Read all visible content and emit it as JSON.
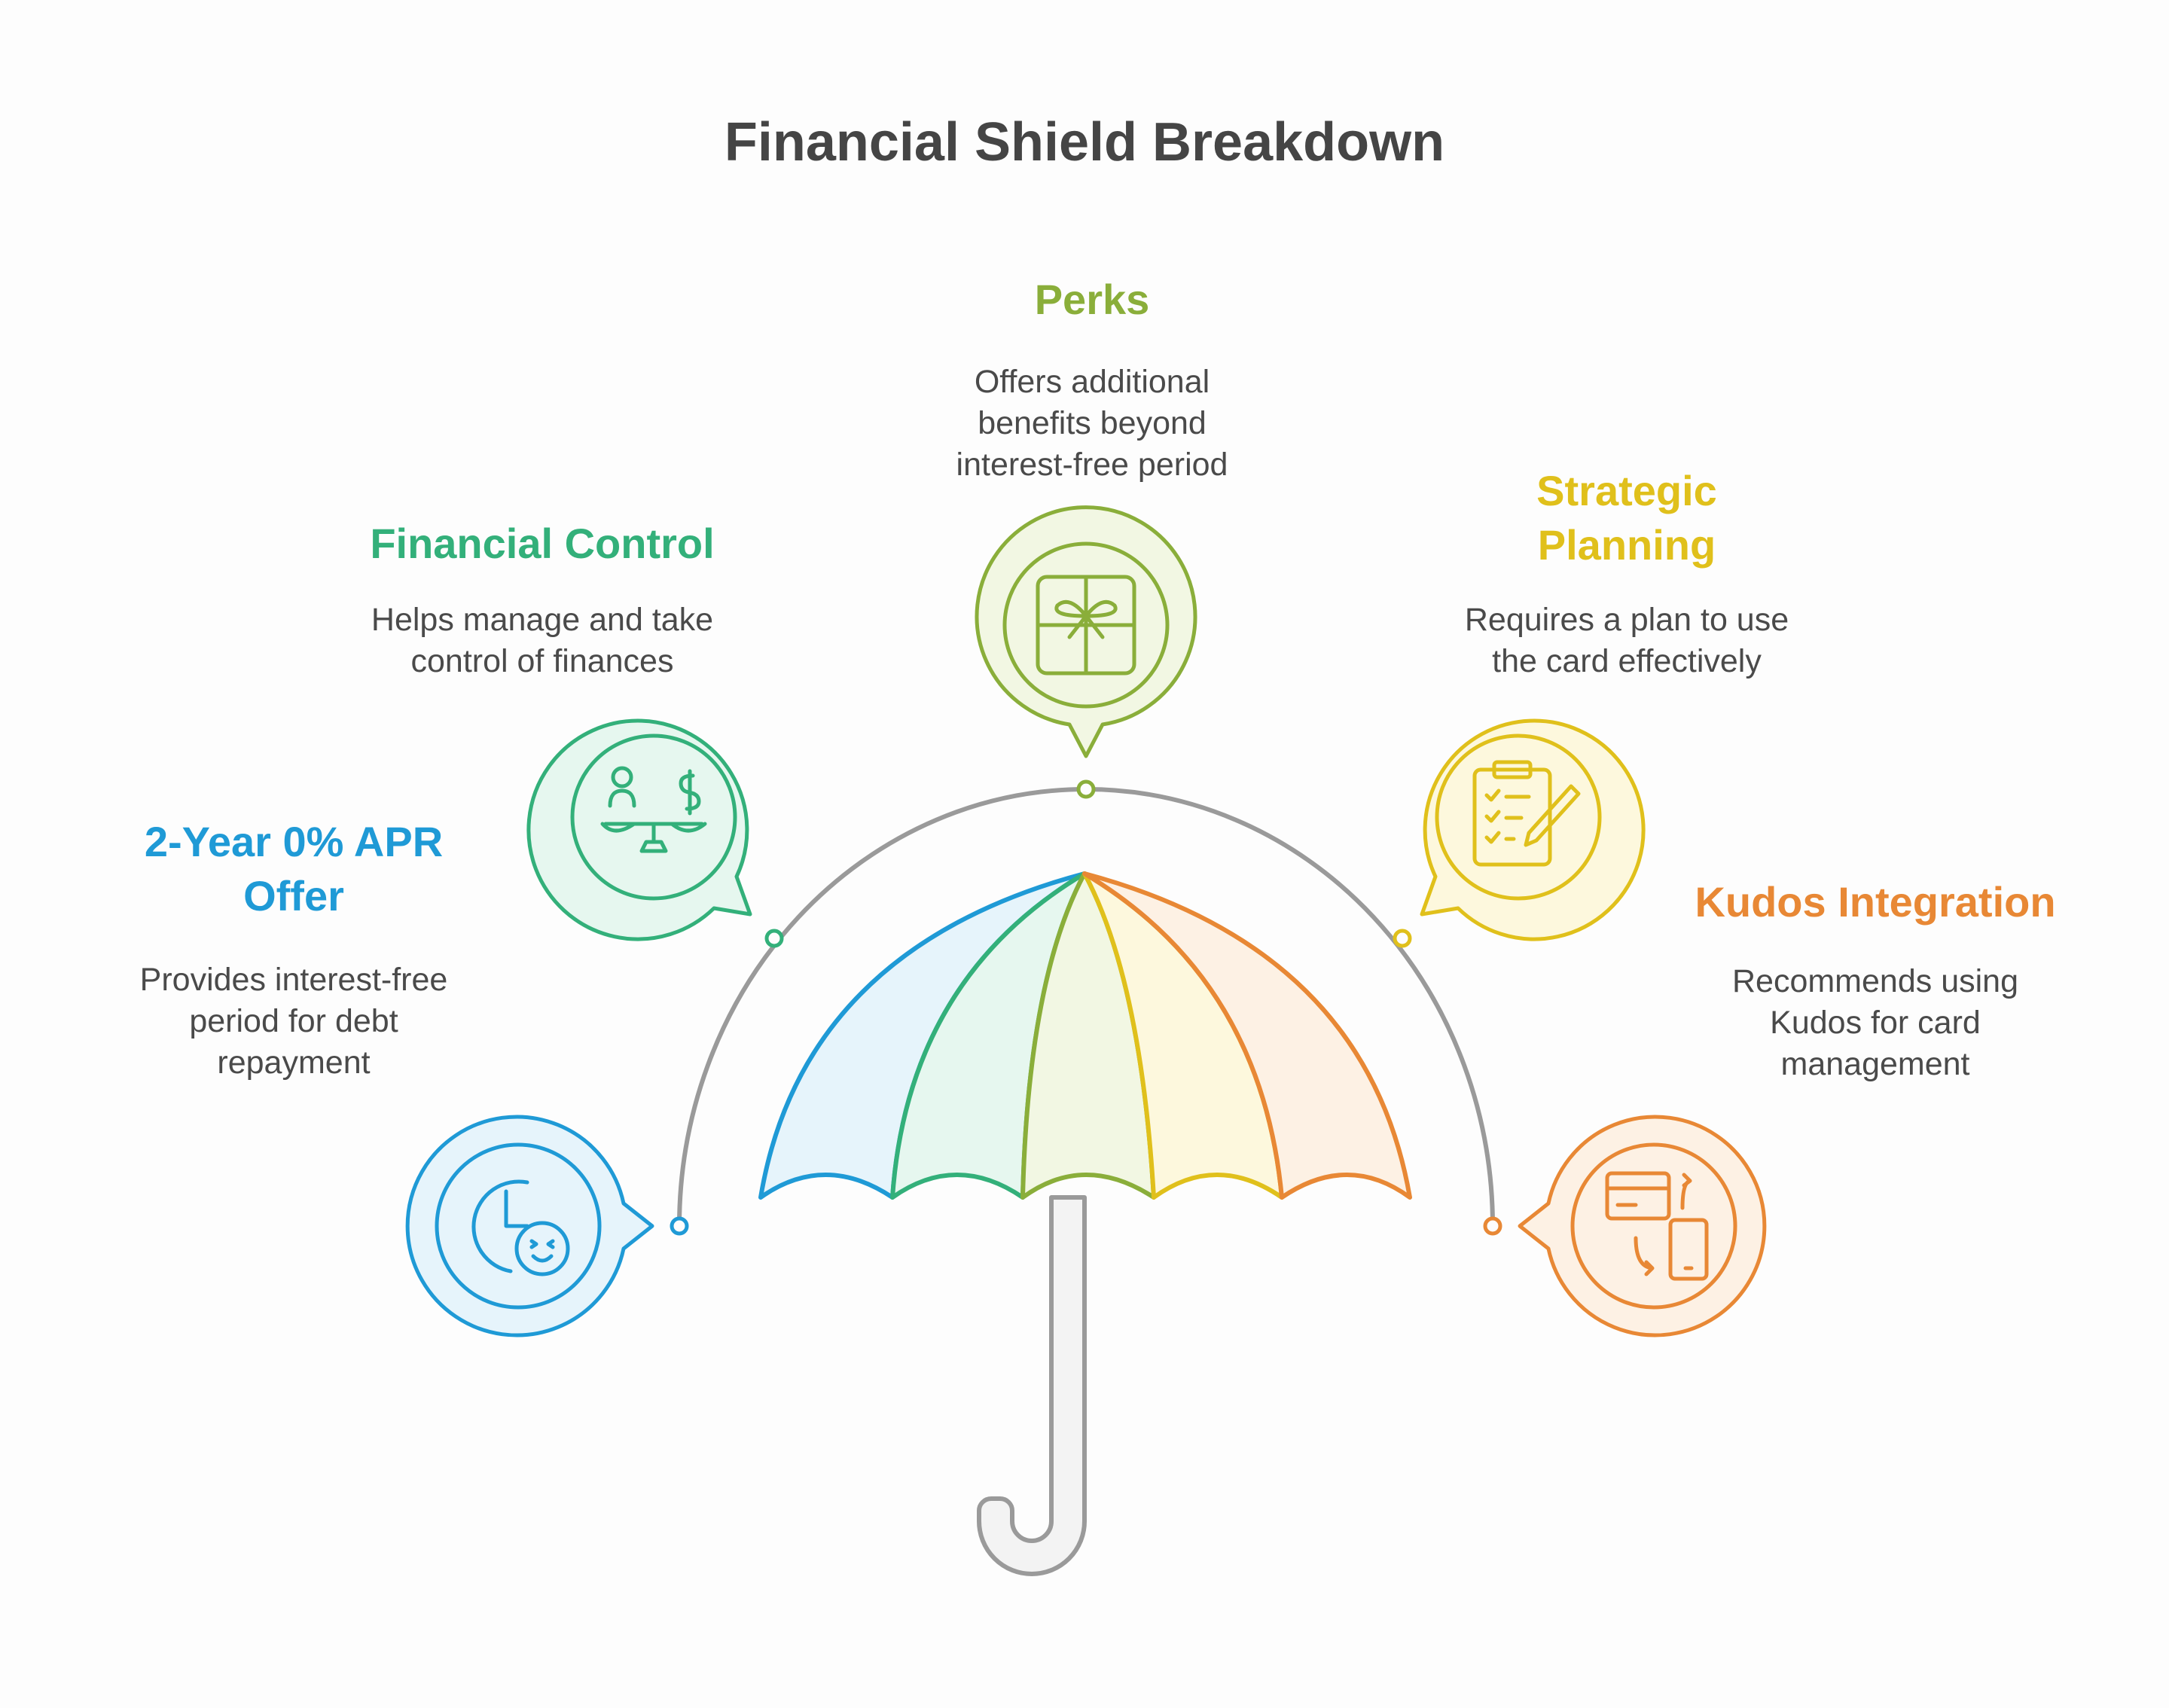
{
  "title": "Financial Shield Breakdown",
  "items": [
    {
      "key": "apr",
      "title": "2-Year 0% APR Offer",
      "title_lines": [
        "2-Year 0% APR",
        "Offer"
      ],
      "desc_lines": [
        "Provides interest-free",
        "period for debt",
        "repayment"
      ],
      "color": "#1f9ad6",
      "fill": "#e6f4fb",
      "icon": "clock-smile-icon"
    },
    {
      "key": "control",
      "title": "Financial Control",
      "title_lines": [
        "Financial Control"
      ],
      "desc_lines": [
        "Helps manage and take",
        "control of finances"
      ],
      "color": "#33b07a",
      "fill": "#e6f7ef",
      "icon": "balance-scale-icon"
    },
    {
      "key": "perks",
      "title": "Perks",
      "title_lines": [
        "Perks"
      ],
      "desc_lines": [
        "Offers additional",
        "benefits beyond",
        "interest-free period"
      ],
      "color": "#8aae3a",
      "fill": "#f2f7e3",
      "icon": "gift-icon"
    },
    {
      "key": "planning",
      "title": "Strategic Planning",
      "title_lines": [
        "Strategic",
        "Planning"
      ],
      "desc_lines": [
        "Requires a plan to use",
        "the card effectively"
      ],
      "color": "#e0c01b",
      "fill": "#fdf8dd",
      "icon": "clipboard-pencil-icon"
    },
    {
      "key": "kudos",
      "title": "Kudos Integration",
      "title_lines": [
        "Kudos Integration"
      ],
      "desc_lines": [
        "Recommends using",
        "Kudos for card",
        "management"
      ],
      "color": "#e88835",
      "fill": "#fdf1e4",
      "icon": "card-phone-sync-icon"
    }
  ]
}
